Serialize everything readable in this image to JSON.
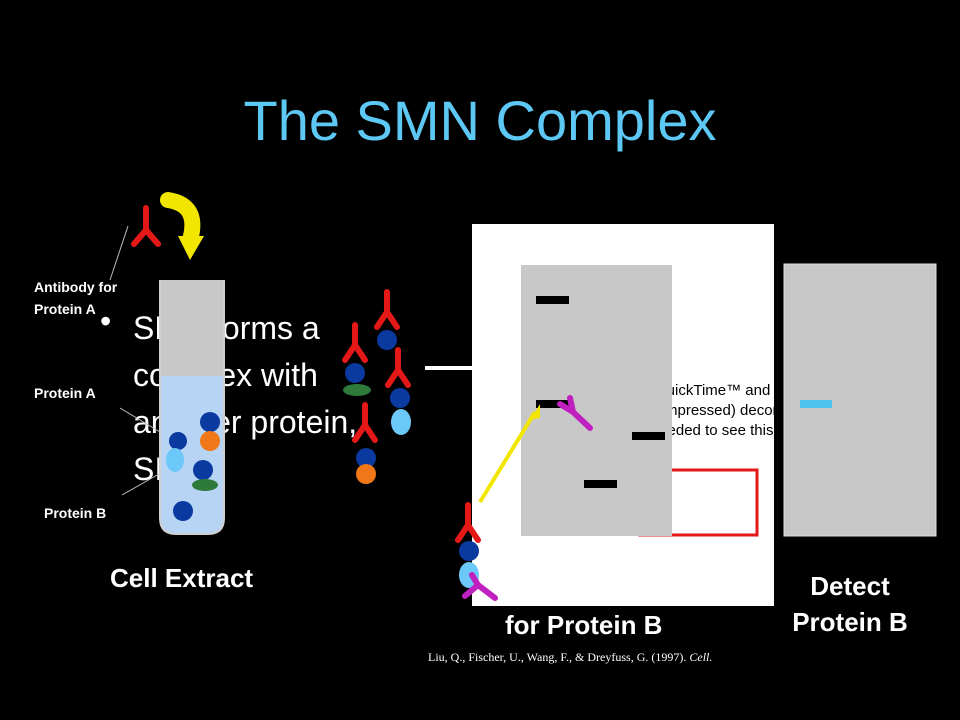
{
  "slide": {
    "title": "The SMN Complex",
    "labels": {
      "antibody_a_line1": "Antibody for",
      "antibody_a_line2": "Protein A",
      "protein_a": "Protein A",
      "protein_b": "Protein B",
      "cell_extract": "Cell Extract",
      "for_protein_b": "for Protein B",
      "detect_line1": "Detect",
      "detect_line2": "Protein B"
    },
    "bullet": {
      "lines": [
        "SMN forms a",
        "complex with",
        "another protein,",
        "SIP1"
      ]
    },
    "quicktime_notice": {
      "line1": "QuickTime™ and a",
      "line2": "(Uncompressed) decompressor",
      "line3": "are needed to see this picture."
    },
    "citation": {
      "text": "Liu, Q., Fischer, U., Wang, F., & Dreyfuss, G. (1997). ",
      "journal": "Cell."
    }
  },
  "colors": {
    "title": "#5ec8f5",
    "antibody_a": "#e51818",
    "antibody_b": "#c020c0",
    "protein_dark_blue": "#0a3aa0",
    "protein_light_blue": "#6cc8f8",
    "protein_orange": "#f07818",
    "protein_green": "#2e7a3a",
    "arrow_yellow": "#f2e600",
    "tube_liquid": "#b8d4f4",
    "tube_top": "#c8c8c8",
    "detect_band": "#4fc3f0"
  }
}
